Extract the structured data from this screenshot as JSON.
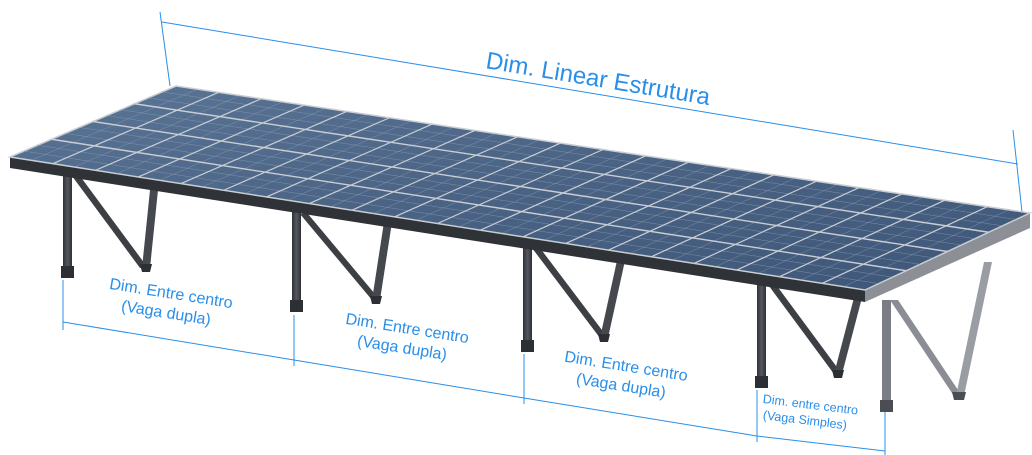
{
  "colors": {
    "dimension": "#2a8fe8",
    "panel": "#4d6685",
    "panel_dark": "#3a5170",
    "cell_line": "#8fa3bb",
    "frame": "#c9ced4",
    "steel": "#3c3f44",
    "steel_light": "#6b6f75"
  },
  "labels": {
    "overall": "Dim. Linear Estrutura",
    "bay1": {
      "line1": "Dim. Entre centro",
      "line2": "(Vaga dupla)"
    },
    "bay2": {
      "line1": "Dim. Entre centro",
      "line2": "(Vaga dupla)"
    },
    "bay3": {
      "line1": "Dim. Entre centro",
      "line2": "(Vaga dupla)"
    },
    "bay4": {
      "line1": "Dim. entre centro",
      "line2": "(Vaga Simples)"
    }
  },
  "illustration": {
    "subject": "solar-carport-structure",
    "panel_rows": 4,
    "panel_columns": 20,
    "support_frames": 5
  }
}
